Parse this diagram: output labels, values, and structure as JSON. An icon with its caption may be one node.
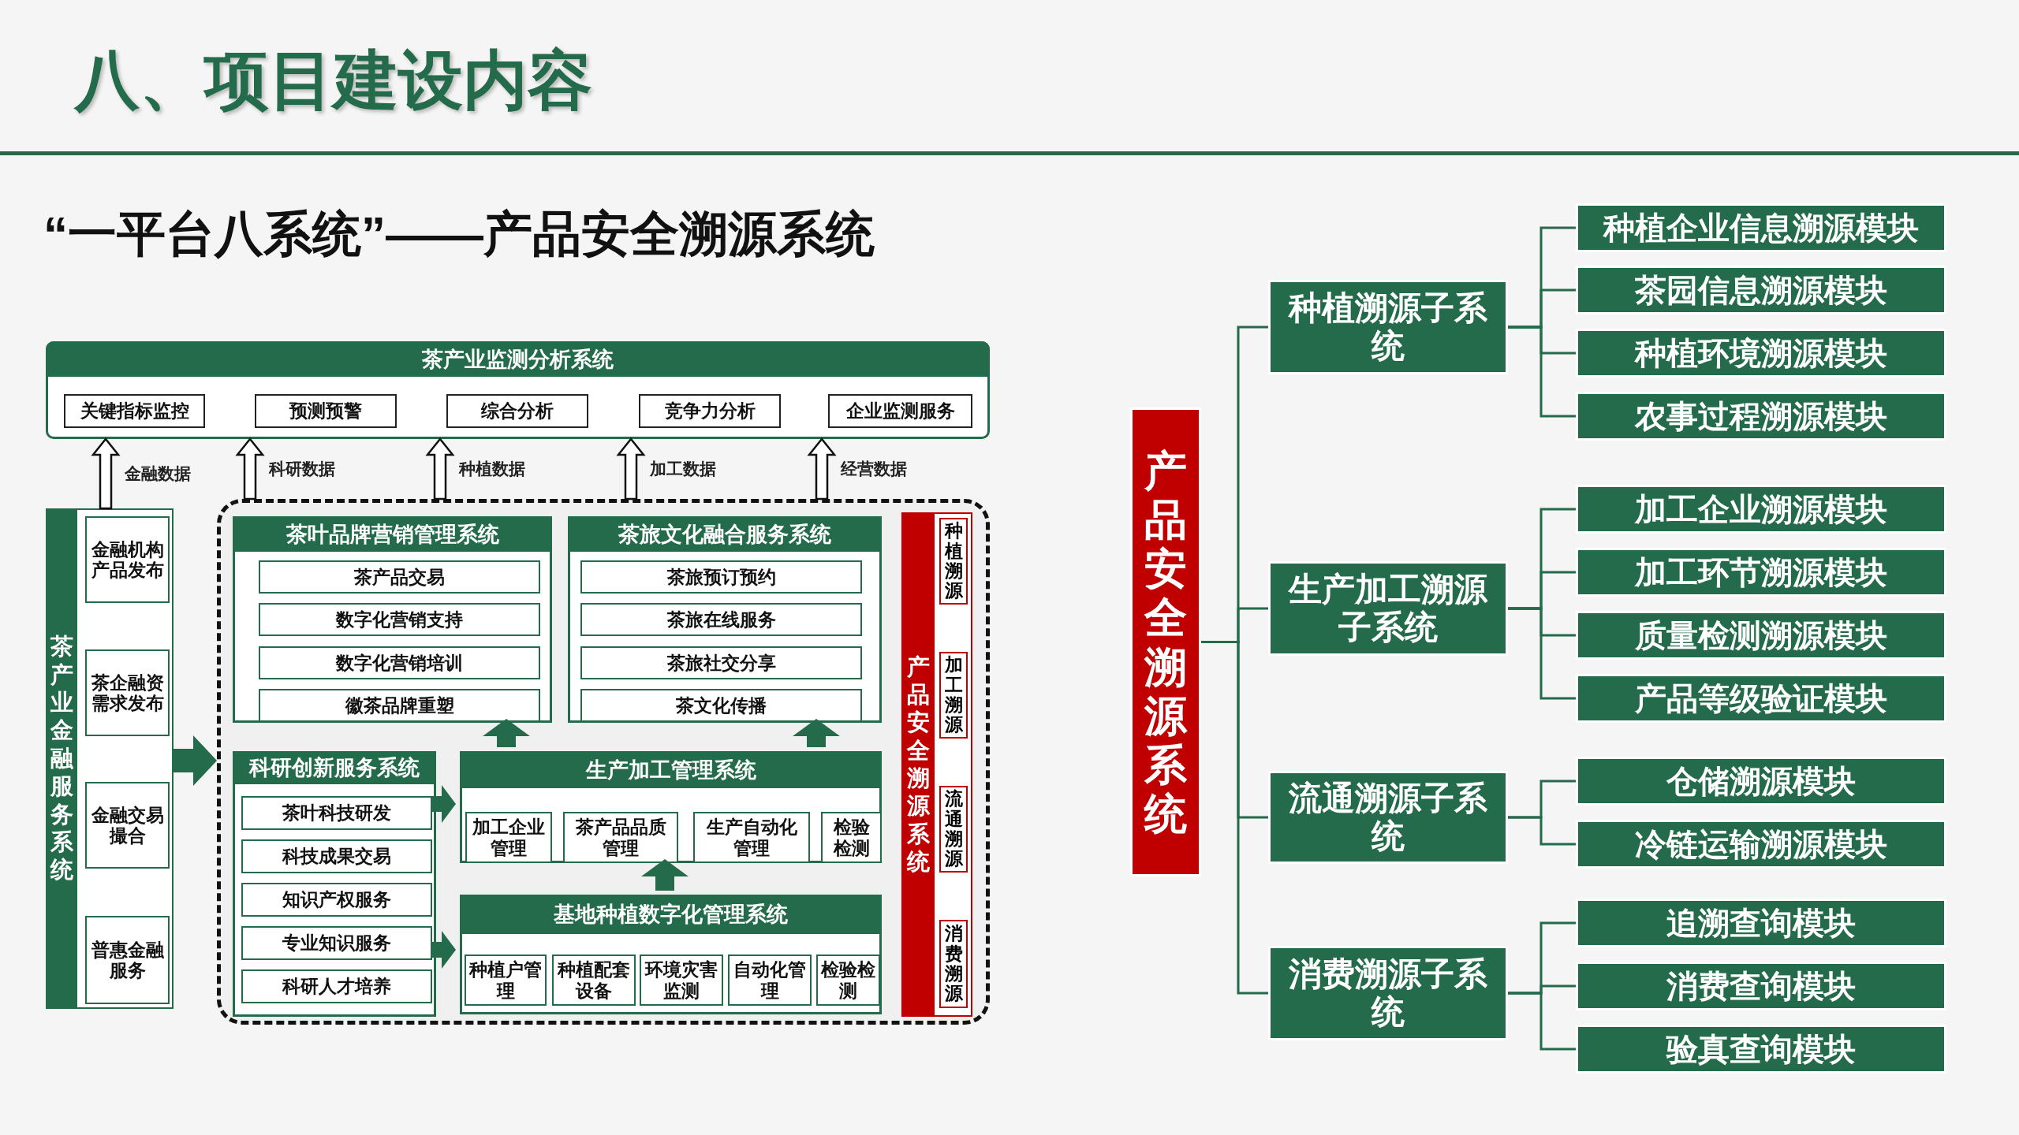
{
  "diagram": {
    "title": "八、项目建设内容",
    "nodes": [
      {
        "text": [
          "茶产业监测分析系统"
        ]
      },
      {
        "text": [
          "关键指标监控"
        ],
        "in": 0
      },
      {
        "text": [
          "预测预警"
        ],
        "in": 0
      },
      {
        "text": [
          "综合分析"
        ],
        "in": 0
      },
      {
        "text": [
          "竞争力分析"
        ],
        "in": 0
      },
      {
        "text": [
          "企业监测服务"
        ],
        "in": 0
      },
      {
        "text": [
          "茶产业金融服务系统"
        ]
      },
      {
        "text": [
          "金融机构产品发布"
        ],
        "in": 6
      },
      {
        "text": [
          "茶企融资需求发布"
        ],
        "in": 6
      },
      {
        "text": [
          "金融交易撮合"
        ],
        "in": 6
      },
      {
        "text": [
          "普惠金融服务"
        ],
        "in": 6
      },
      {
        "text": [],
        "shape": "box"
      },
      {
        "text": [
          "茶叶品牌营销管理系统"
        ],
        "in": 11
      },
      {
        "text": [
          "茶产品交易"
        ],
        "in": 12
      },
      {
        "text": [
          "数字化营销支持"
        ],
        "in": 12
      },
      {
        "text": [
          "数字化营销培训"
        ],
        "in": 12
      },
      {
        "text": [
          "徽茶品牌重塑"
        ],
        "in": 12
      },
      {
        "text": [
          "茶旅文化融合服务系统"
        ],
        "in": 11
      },
      {
        "text": [
          "茶旅预订预约"
        ],
        "in": 17
      },
      {
        "text": [
          "茶旅在线服务"
        ],
        "in": 17
      },
      {
        "text": [
          "茶旅社交分享"
        ],
        "in": 17
      },
      {
        "text": [
          "茶文化传播"
        ],
        "in": 17
      },
      {
        "text": [
          "科研创新服务系统"
        ],
        "in": 11
      },
      {
        "text": [
          "茶叶科技研发"
        ],
        "in": 22
      },
      {
        "text": [
          "科技成果交易"
        ],
        "in": 22
      },
      {
        "text": [
          "知识产权服务"
        ],
        "in": 22
      },
      {
        "text": [
          "专业知识服务"
        ],
        "in": 22
      },
      {
        "text": [
          "科研人才培养"
        ],
        "in": 22
      },
      {
        "text": [
          "生产加工管理系统"
        ],
        "in": 11
      },
      {
        "text": [
          "加工企业管理"
        ],
        "in": 28
      },
      {
        "text": [
          "茶产品品质管理"
        ],
        "in": 28
      },
      {
        "text": [
          "生产自动化管理"
        ],
        "in": 28
      },
      {
        "text": [
          "检验检测"
        ],
        "in": 28
      },
      {
        "text": [
          "基地种植数字化管理系统"
        ],
        "in": 11
      },
      {
        "text": [
          "种植户管理"
        ],
        "in": 33
      },
      {
        "text": [
          "种植配套设备"
        ],
        "in": 33
      },
      {
        "text": [
          "环境灾害监测"
        ],
        "in": 33
      },
      {
        "text": [
          "自动化管理"
        ],
        "in": 33
      },
      {
        "text": [
          "检验检测"
        ],
        "in": 33
      },
      {
        "text": [
          "产品安全溯源系统"
        ],
        "in": 11
      },
      {
        "text": [
          "种植溯源"
        ],
        "in": 39
      },
      {
        "text": [
          "加工溯源"
        ],
        "in": 39
      },
      {
        "text": [
          "流通溯源"
        ],
        "in": 39
      },
      {
        "text": [
          "消费溯源"
        ],
        "in": 39
      },
      {
        "text": [
          "产品安全溯源系统"
        ]
      },
      {
        "text": [
          "种植溯源子系统"
        ]
      },
      {
        "text": [
          "种植企业信息溯源模块"
        ]
      },
      {
        "text": [
          "茶园信息溯源模块"
        ]
      },
      {
        "text": [
          "种植环境溯源模块"
        ]
      },
      {
        "text": [
          "农事过程溯源模块"
        ]
      },
      {
        "text": [
          "生产加工溯源子系统"
        ]
      },
      {
        "text": [
          "加工企业溯源模块"
        ]
      },
      {
        "text": [
          "加工环节溯源模块"
        ]
      },
      {
        "text": [
          "质量检测溯源模块"
        ]
      },
      {
        "text": [
          "产品等级验证模块"
        ]
      },
      {
        "text": [
          "流通溯源子系统"
        ]
      },
      {
        "text": [
          "仓储溯源模块"
        ]
      },
      {
        "text": [
          "冷链运输溯源模块"
        ]
      },
      {
        "text": [
          "消费溯源子系统"
        ]
      },
      {
        "text": [
          "追溯查询模块"
        ]
      },
      {
        "text": [
          "消费查询模块"
        ]
      },
      {
        "text": [
          "验真查询模块"
        ]
      }
    ],
    "edges": [
      {
        "from": 6,
        "to": 0,
        "arrow": "to",
        "label": "金融数据"
      },
      {
        "from": 11,
        "to": 0,
        "arrow": "to",
        "label": "科研数据"
      },
      {
        "from": 11,
        "to": 0,
        "arrow": "to",
        "label": "种植数据"
      },
      {
        "from": 11,
        "to": 0,
        "arrow": "to",
        "label": "加工数据"
      },
      {
        "from": 11,
        "to": 0,
        "arrow": "to",
        "label": "经营数据"
      },
      {
        "from": 6,
        "to": 11,
        "arrow": "to"
      },
      {
        "from": 28,
        "to": 12,
        "arrow": "to"
      },
      {
        "from": 28,
        "to": 17,
        "arrow": "to"
      },
      {
        "from": 33,
        "to": 28,
        "arrow": "to"
      },
      {
        "from": 22,
        "to": 28,
        "arrow": "to"
      },
      {
        "from": 22,
        "to": 33,
        "arrow": "to"
      },
      {
        "from": 44,
        "to": 45,
        "arrow": "none"
      },
      {
        "from": 44,
        "to": 50,
        "arrow": "none"
      },
      {
        "from": 44,
        "to": 55,
        "arrow": "none"
      },
      {
        "from": 44,
        "to": 58,
        "arrow": "none"
      },
      {
        "from": 45,
        "to": 46,
        "arrow": "none"
      },
      {
        "from": 45,
        "to": 47,
        "arrow": "none"
      },
      {
        "from": 45,
        "to": 48,
        "arrow": "none"
      },
      {
        "from": 45,
        "to": 49,
        "arrow": "none"
      },
      {
        "from": 50,
        "to": 51,
        "arrow": "none"
      },
      {
        "from": 50,
        "to": 52,
        "arrow": "none"
      },
      {
        "from": 50,
        "to": 53,
        "arrow": "none"
      },
      {
        "from": 50,
        "to": 54,
        "arrow": "none"
      },
      {
        "from": 55,
        "to": 56,
        "arrow": "none"
      },
      {
        "from": 55,
        "to": 57,
        "arrow": "none"
      },
      {
        "from": 58,
        "to": 59,
        "arrow": "none"
      },
      {
        "from": 58,
        "to": 60,
        "arrow": "none"
      },
      {
        "from": 58,
        "to": 61,
        "arrow": "none"
      }
    ],
    "labels": [
      "“一平台八系统”——产品安全溯源系统"
    ]
  }
}
